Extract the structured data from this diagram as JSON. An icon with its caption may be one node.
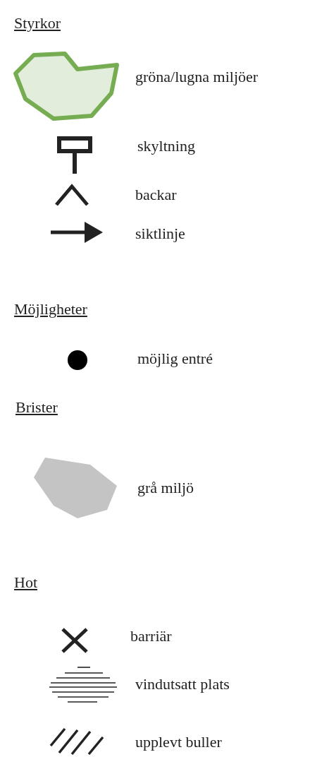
{
  "diagram": {
    "labels": [
      "Styrkor",
      "Möjligheter",
      "Brister",
      "Hot"
    ],
    "legend": [
      {
        "text": "gröna/lugna miljöer"
      },
      {
        "text": "skyltning"
      },
      {
        "text": "backar"
      },
      {
        "text": "siktlinje"
      },
      {
        "text": "möjlig entré"
      },
      {
        "text": "grå miljö"
      },
      {
        "text": "barriär"
      },
      {
        "text": "vindutsatt plats"
      },
      {
        "text": "upplevt buller"
      }
    ]
  }
}
